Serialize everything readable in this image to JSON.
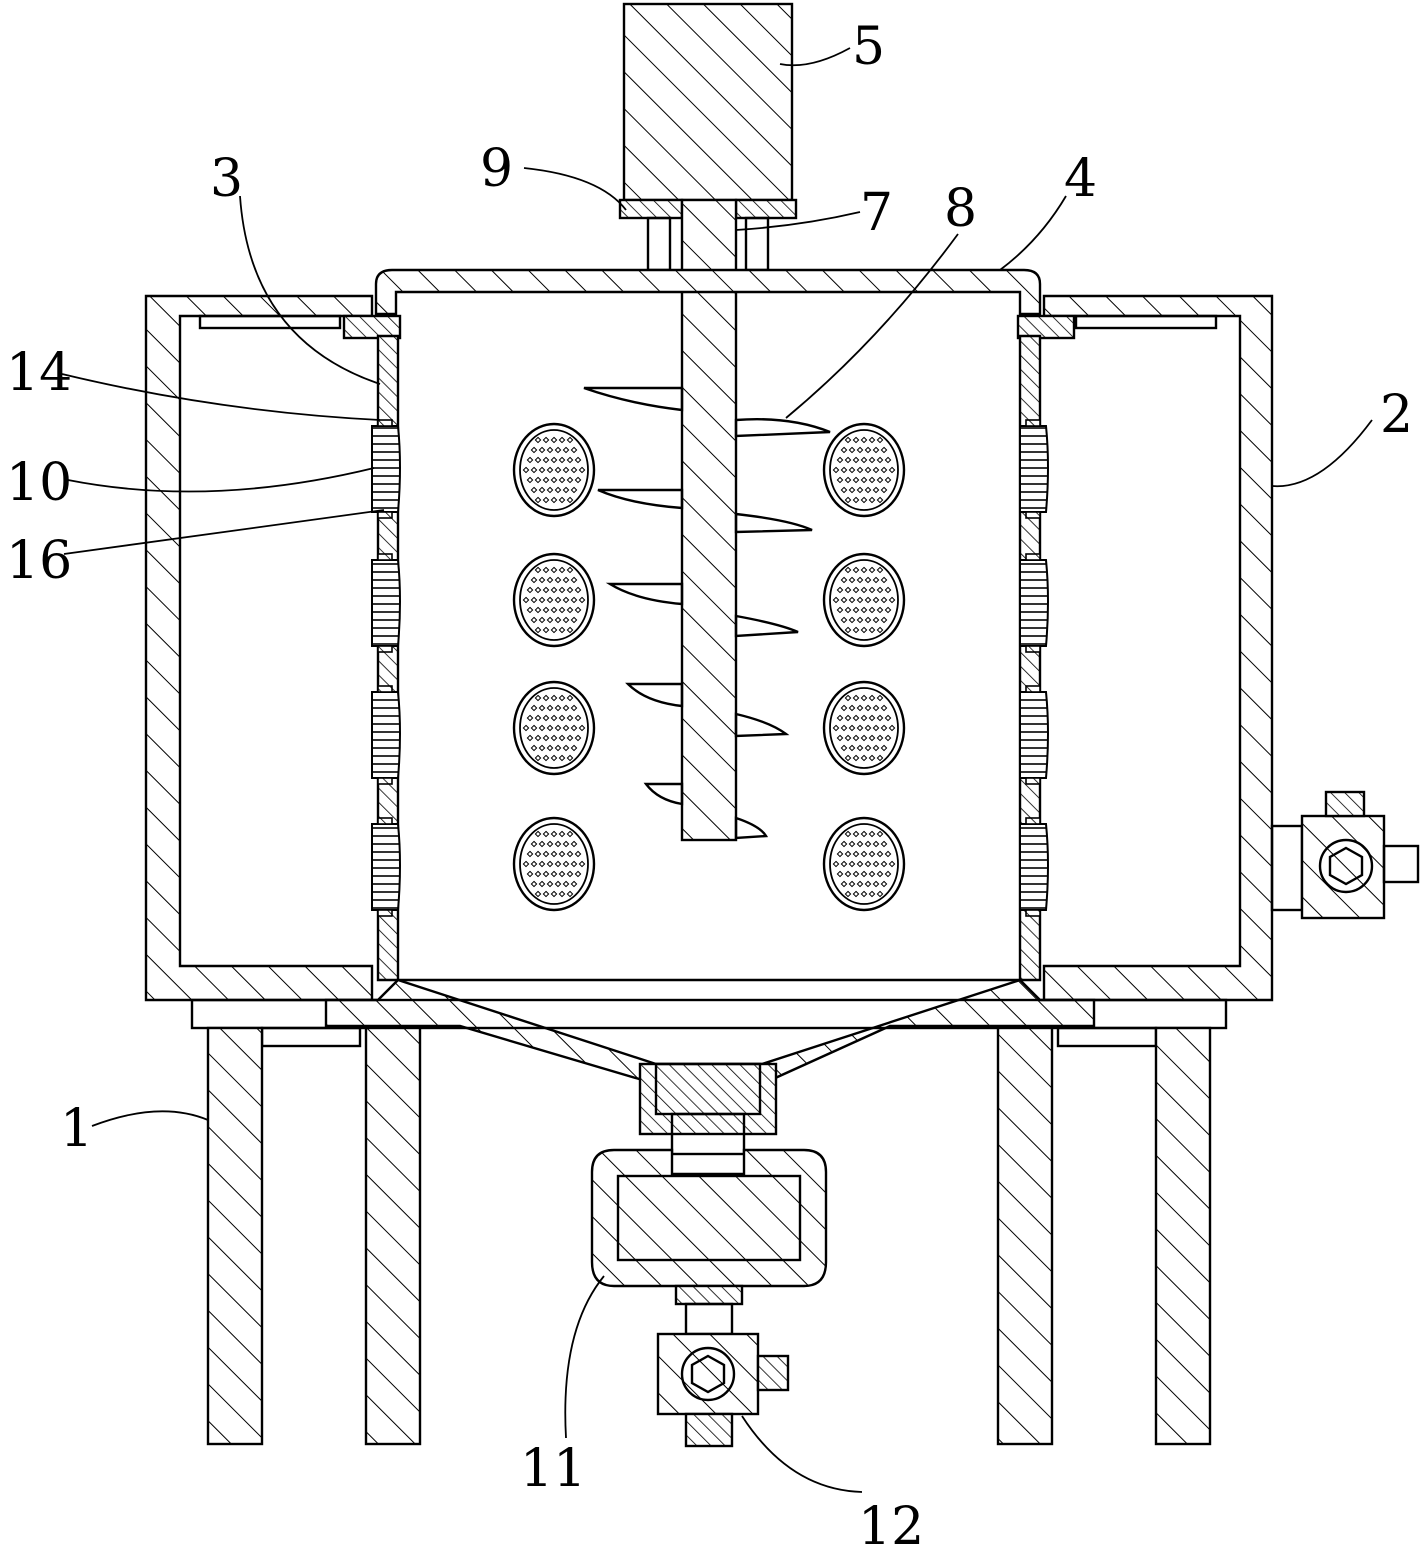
{
  "labels": {
    "l1": "1",
    "l2": "2",
    "l3": "3",
    "l4": "4",
    "l5": "5",
    "l7": "7",
    "l8": "8",
    "l9": "9",
    "l10": "10",
    "l11": "11",
    "l12": "12",
    "l14": "14",
    "l16": "16"
  }
}
